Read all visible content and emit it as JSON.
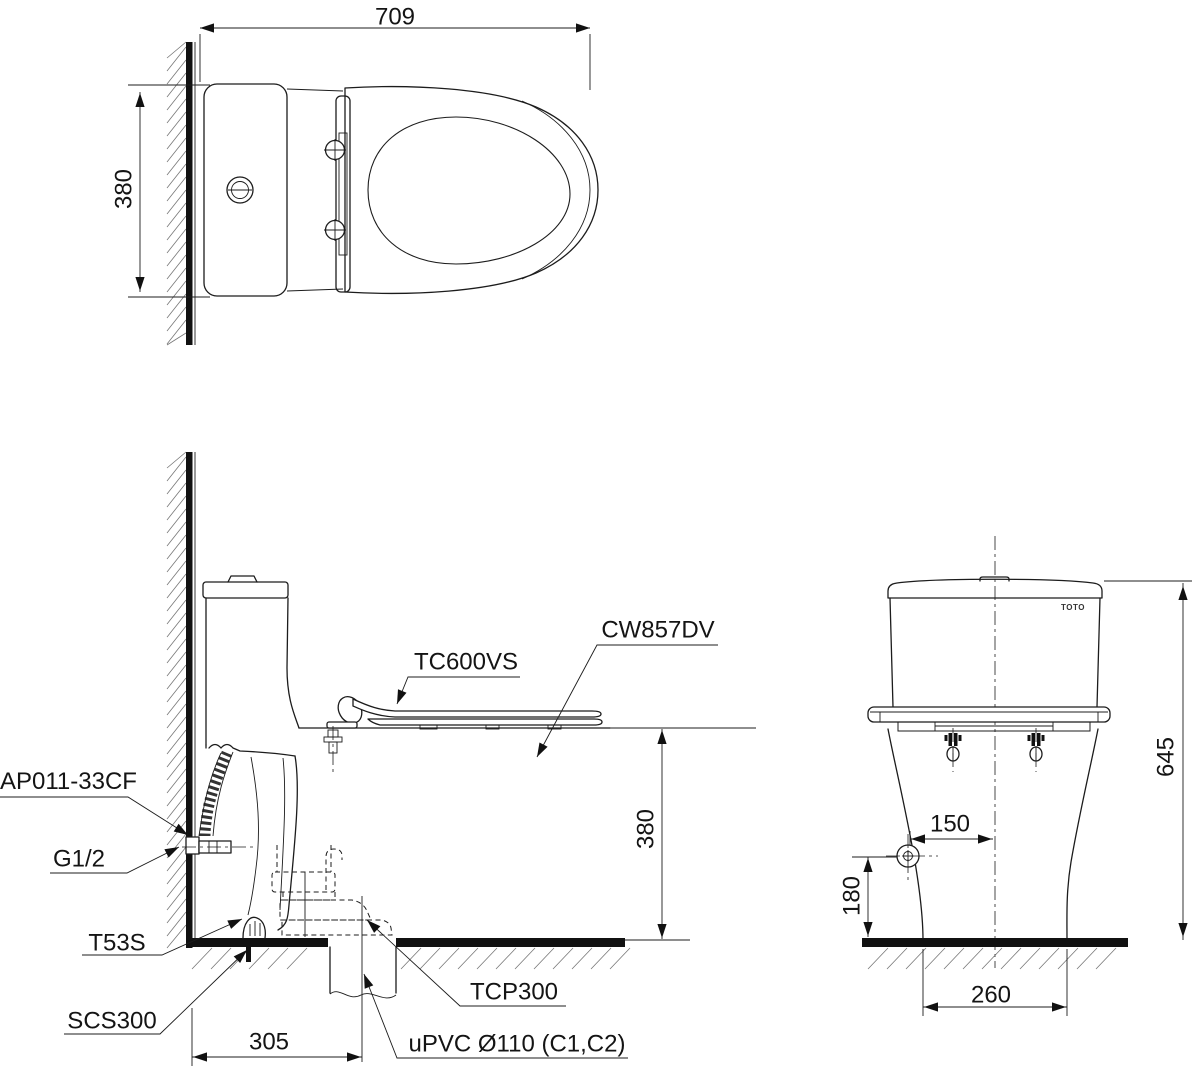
{
  "drawing": {
    "colors": {
      "line": "#1c1c1c",
      "background": "#ffffff"
    },
    "top_view": {
      "dim_width": "709",
      "dim_depth": "380"
    },
    "side_view": {
      "label_seat_model": "TC600VS",
      "label_bowl_model": "CW857DV",
      "label_inlet_hose": "AP011-33CF",
      "label_thread_size": "G1/2",
      "label_angle_valve": "T53S",
      "label_floor_set": "SCS300",
      "label_trap_set": "TCP300",
      "label_drain_pipe": "uPVC Ø110 (C1,C2)",
      "dim_rim_height": "380",
      "dim_drain_offset": "305"
    },
    "front_view": {
      "brand": "TOTO",
      "dim_total_height": "645",
      "dim_supply_offset": "150",
      "dim_supply_height": "180",
      "dim_base_width": "260"
    }
  }
}
